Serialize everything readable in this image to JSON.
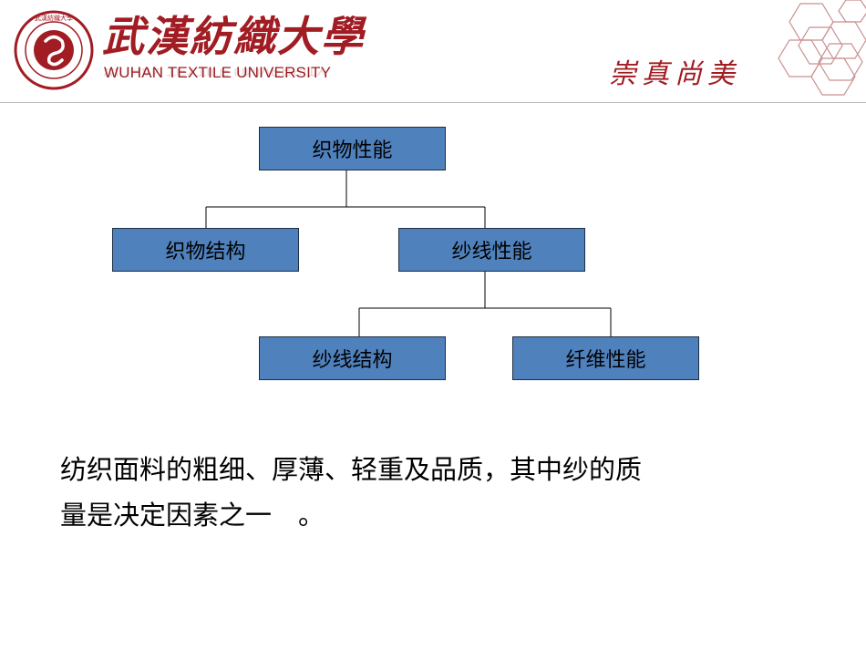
{
  "header": {
    "university_cn": "武漢紡織大學",
    "university_en": "WUHAN TEXTILE UNIVERSITY",
    "motto": "崇真尚美",
    "colors": {
      "brand_red": "#a11c23",
      "rule": "#b7b7b7"
    }
  },
  "diagram": {
    "root": {
      "label": "织物性能"
    },
    "level2": [
      {
        "label": "织物结构"
      },
      {
        "label": "纱线性能"
      }
    ],
    "level3": [
      {
        "label": "纱线结构"
      },
      {
        "label": "纤维性能"
      }
    ],
    "colors": {
      "node_fill": "#4f81bd",
      "node_border": "#1f2f44",
      "connector": "#000000"
    }
  },
  "body": {
    "line1": "纺织面料的粗细、厚薄、轻重及品质，其中纱的质",
    "line2": "量是决定因素之一　。"
  }
}
